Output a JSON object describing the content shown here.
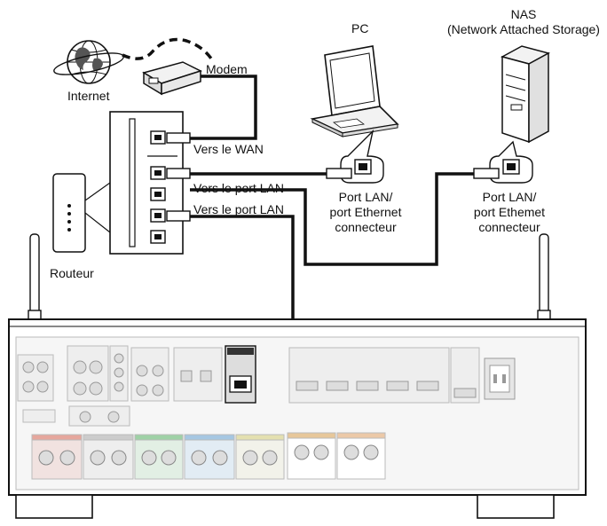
{
  "labels": {
    "internet": "Internet",
    "modem": "Modem",
    "router": "Routeur",
    "wan": "Vers le WAN",
    "lan1": "Vers le port LAN",
    "lan2": "Vers le port LAN",
    "pc": "PC",
    "nas_line1": "NAS",
    "nas_line2": "(Network Attached Storage)",
    "pc_port_line1": "Port LAN/",
    "pc_port_line2": "port Ethernet",
    "pc_port_line3": "connecteur",
    "nas_port_line1": "Port LAN/",
    "nas_port_line2": "port Ethemet",
    "nas_port_line3": "connecteur"
  }
}
